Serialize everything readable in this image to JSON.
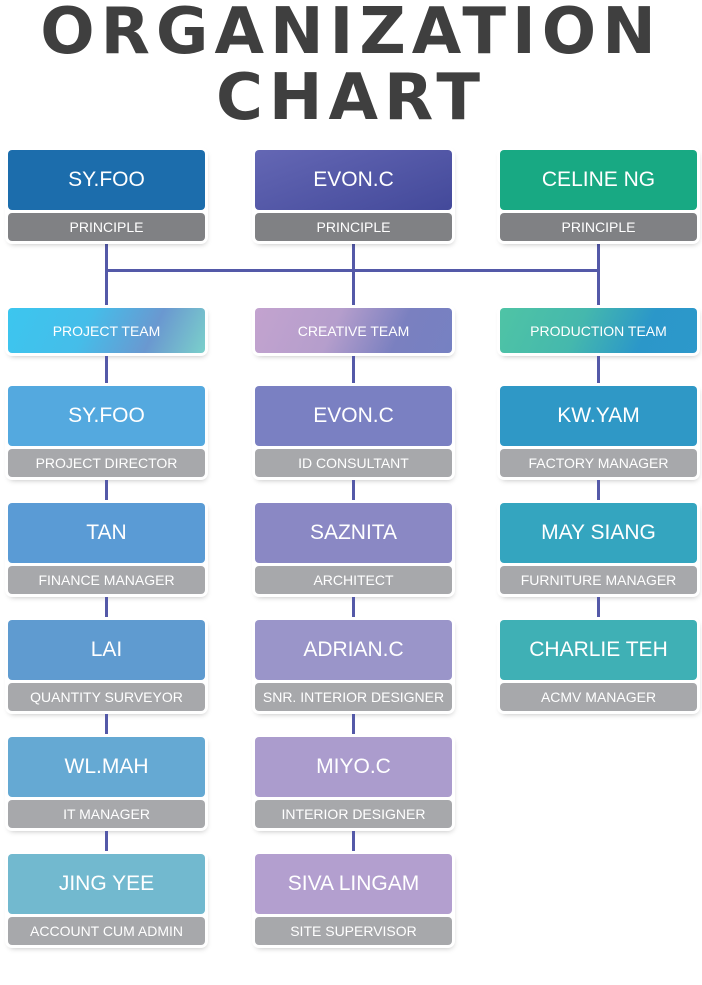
{
  "title": {
    "line1": "ORGANIZATION",
    "line2": "CHART"
  },
  "colors": {
    "connector": "#5459a8",
    "role_bar": "#a7a8ab",
    "principal_role_bar": "#808184",
    "title_text": "#3f3f3f"
  },
  "principals": [
    {
      "name": "SY.FOO",
      "role": "PRINCIPLE",
      "color": "#1c6dac",
      "color2": "#1c6dac"
    },
    {
      "name": "EVON.C",
      "role": "PRINCIPLE",
      "color": "#6467b4",
      "color2": "#43499a"
    },
    {
      "name": "CELINE NG",
      "role": "PRINCIPLE",
      "color": "#18a983",
      "color2": "#18a983"
    }
  ],
  "teams": [
    {
      "name": "PROJECT TEAM",
      "gradient": [
        "#3cc6ef",
        "#45bde9",
        "#6a98d0",
        "#7bd0cb"
      ],
      "members": [
        {
          "name": "SY.FOO",
          "role": "PROJECT DIRECTOR",
          "color": "#54a9df"
        },
        {
          "name": "TAN",
          "role": "FINANCE MANAGER",
          "color": "#5a9bd5"
        },
        {
          "name": "LAI",
          "role": "QUANTITY SURVEYOR",
          "color": "#5f9bd0"
        },
        {
          "name": "WL.MAH",
          "role": "IT MANAGER",
          "color": "#65a9d3"
        },
        {
          "name": "JING YEE",
          "role": "ACCOUNT CUM ADMIN",
          "color": "#72b9cf"
        }
      ]
    },
    {
      "name": "CREATIVE TEAM",
      "gradient": [
        "#c3a3cf",
        "#b59ecc",
        "#7a80c0",
        "#7681c2"
      ],
      "members": [
        {
          "name": "EVON.C",
          "role": "ID CONSULTANT",
          "color": "#7a80c2"
        },
        {
          "name": "SAZNITA",
          "role": "ARCHITECT",
          "color": "#8a88c4"
        },
        {
          "name": "ADRIAN.C",
          "role": "SNR. INTERIOR DESIGNER",
          "color": "#9a95c9"
        },
        {
          "name": "MIYO.C",
          "role": "INTERIOR DESIGNER",
          "color": "#ab9ccd"
        },
        {
          "name": "SIVA LINGAM",
          "role": "SITE SUPERVISOR",
          "color": "#b39fcf"
        }
      ]
    },
    {
      "name": "PRODUCTION TEAM",
      "gradient": [
        "#4fc4a5",
        "#45b8ad",
        "#2b97c9",
        "#2d98cb"
      ],
      "members": [
        {
          "name": "KW.YAM",
          "role": "FACTORY MANAGER",
          "color": "#2f98c6"
        },
        {
          "name": "MAY SIANG",
          "role": "FURNITURE MANAGER",
          "color": "#34a5bf"
        },
        {
          "name": "CHARLIE TEH",
          "role": "ACMV MANAGER",
          "color": "#3fb0b5"
        }
      ]
    }
  ]
}
